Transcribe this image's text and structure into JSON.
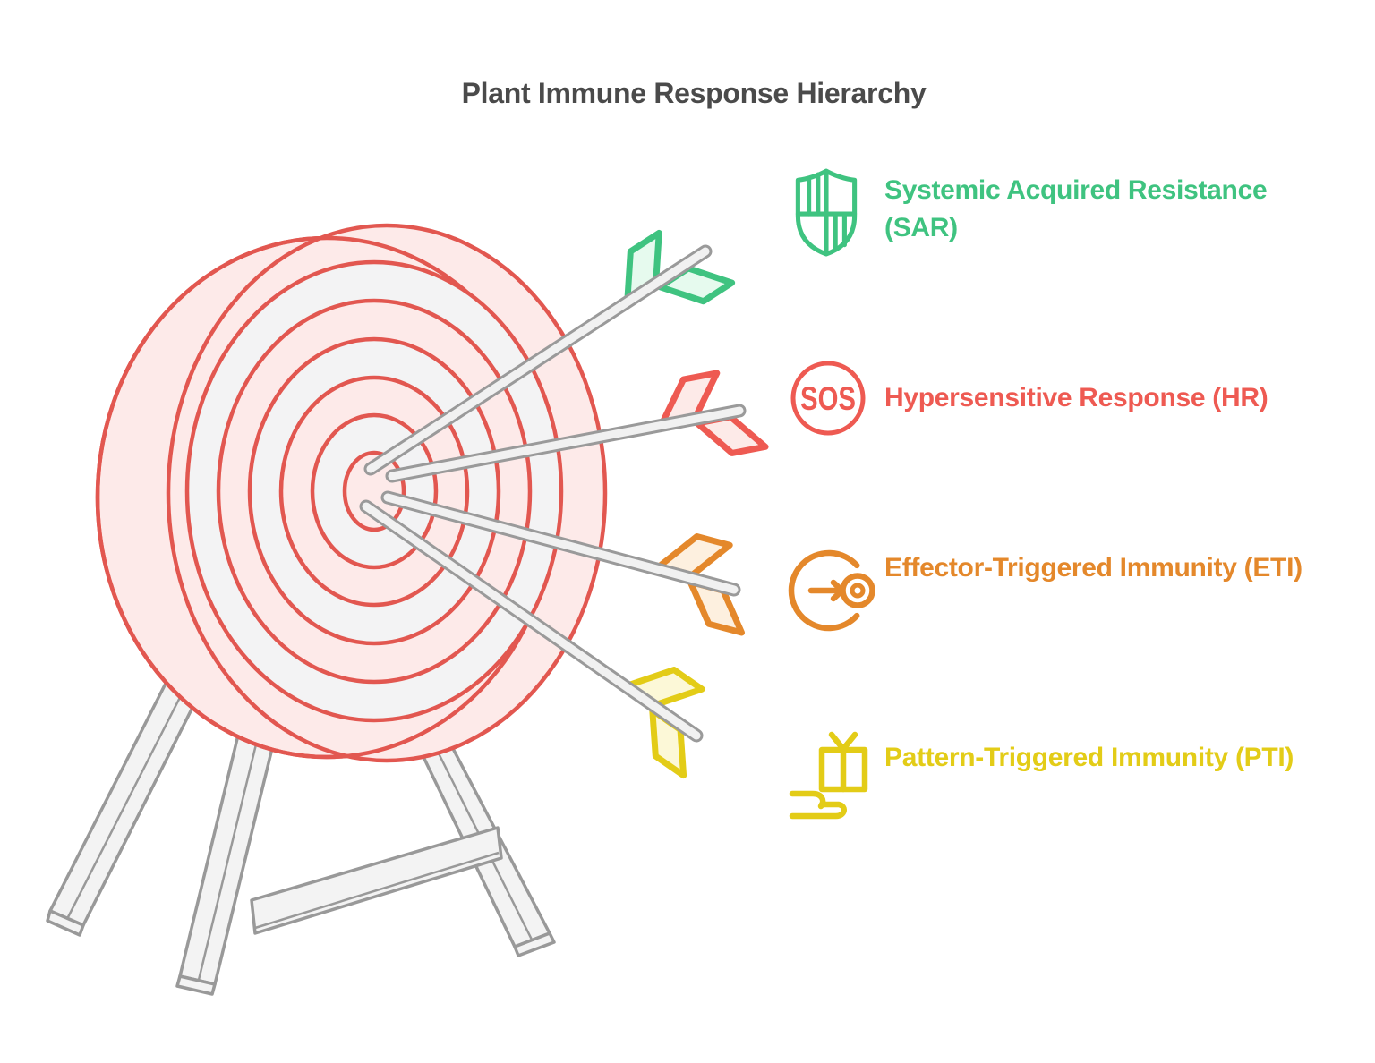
{
  "title": "Plant Immune Response Hierarchy",
  "legend": [
    {
      "label": "Systemic Acquired Resistance (SAR)",
      "color": "#3fc380",
      "icon": "shield-icon"
    },
    {
      "label": "Hypersensitive Response (HR)",
      "color": "#ee5a52",
      "icon": "sos-badge-icon",
      "icon_text": "SOS"
    },
    {
      "label": "Effector-Triggered Immunity (ETI)",
      "color": "#e4882b",
      "icon": "arrow-to-target-icon"
    },
    {
      "label": "Pattern-Triggered Immunity (PTI)",
      "color": "#e3cc17",
      "icon": "gift-offering-hand-icon"
    }
  ],
  "illustration": {
    "subject": "archery target on a wooden stand with four arrows in the bullseye",
    "ring_count": 7,
    "arrow_fletching_colors": [
      "#3fc380",
      "#ee5a52",
      "#e4882b",
      "#e3cc17"
    ]
  },
  "colors": {
    "title_text": "#4a4a4a",
    "sar_green": "#3fc380",
    "hr_red": "#ee5a52",
    "eti_orange": "#e4882b",
    "pti_yellow": "#e3cc17",
    "target_ring_stroke": "#e25750",
    "target_pink_fill": "#fdeae9",
    "target_gray_fill": "#f3f3f4",
    "wood_fill": "#f3f3f3",
    "wood_stroke": "#999999"
  }
}
